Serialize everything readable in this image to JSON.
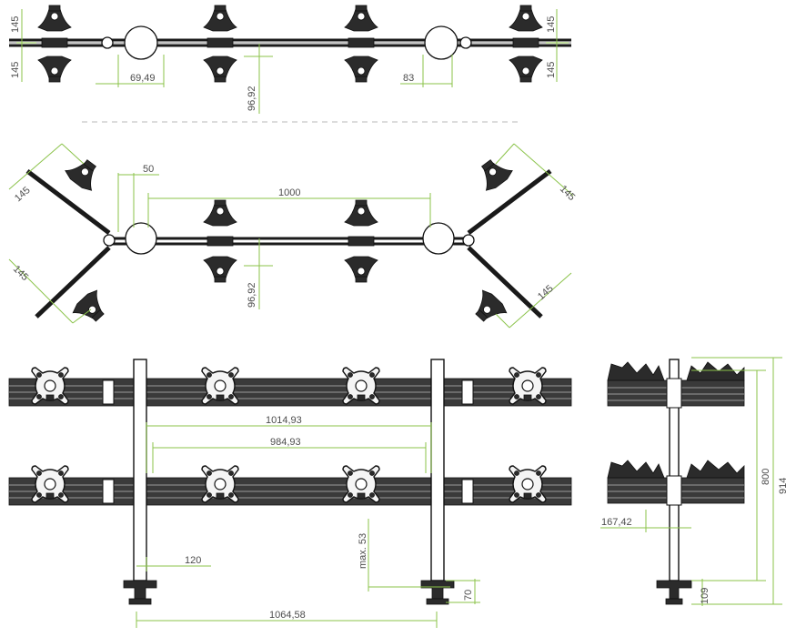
{
  "dimensions": {
    "top": {
      "d145_left_top": "145",
      "d145_left_bottom": "145",
      "d69": "69,49",
      "d9692": "96,92",
      "d83": "83",
      "d145_right_top": "145",
      "d145_right_bottom": "145"
    },
    "middle": {
      "d50": "50",
      "d1000": "1000",
      "d145_ul": "145",
      "d145_ll": "145",
      "d145_ur": "145",
      "d145_lr": "145",
      "d9692": "96,92"
    },
    "front": {
      "d101493": "1014,93",
      "d98493": "984,93",
      "d120": "120",
      "dmax53": "max. 53",
      "d70": "70",
      "d106458": "1064,58"
    },
    "side": {
      "d16742": "167,42",
      "d800": "800",
      "d914": "914",
      "d109": "109"
    }
  },
  "colors": {
    "dimension_lines": "#8bc34a",
    "ink": "#1a1a1a",
    "dim_text": "#4d4d4d"
  }
}
